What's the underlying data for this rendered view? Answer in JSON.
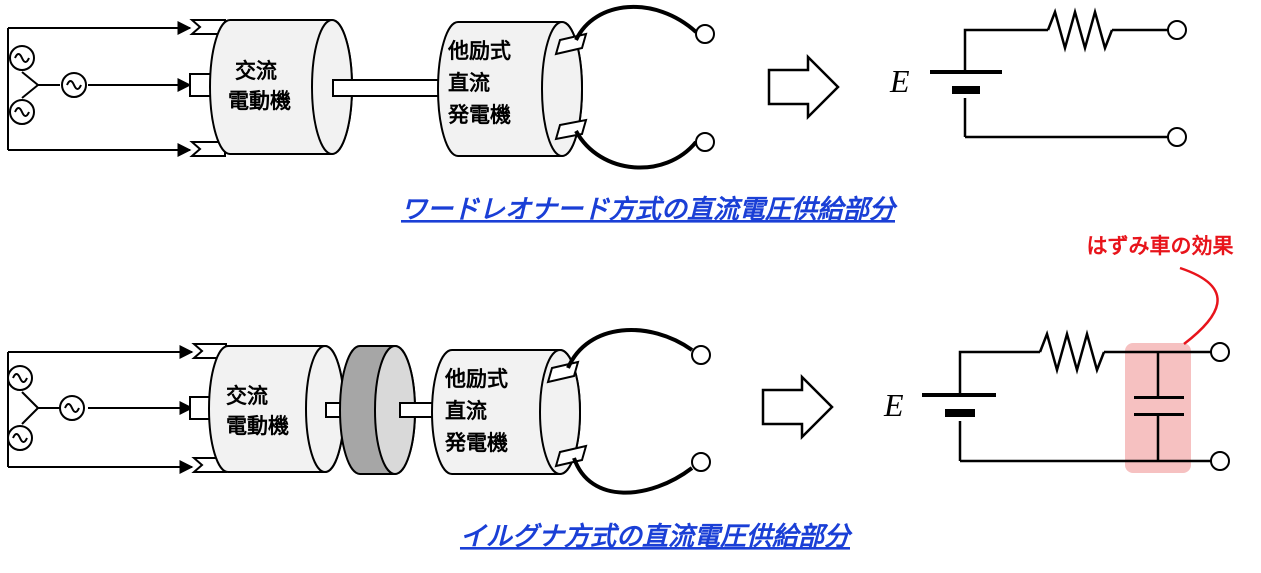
{
  "top": {
    "motor_label": [
      "交流",
      "電動機"
    ],
    "generator_label": [
      "他励式",
      "直流",
      "発電機"
    ],
    "circuit_emf": "E",
    "caption": "ワードレオナード方式の直流電圧供給部分"
  },
  "bottom": {
    "motor_label": [
      "交流",
      "電動機"
    ],
    "generator_label": [
      "他励式",
      "直流",
      "発電機"
    ],
    "circuit_emf": "E",
    "caption": "イルグナ方式の直流電圧供給部分",
    "annotation": "はずみ車の効果"
  },
  "colors": {
    "caption": "#1a3fd6",
    "annotation": "#e8141b",
    "highlight": "#f4b6b6",
    "flywheel_dark": "#a6a6a6",
    "flywheel_light": "#d9d9d9",
    "machine_fill": "#f2f2f2"
  },
  "icons": [
    "ac-source-icon",
    "arrow-right-icon",
    "resistor-icon",
    "battery-icon",
    "capacitor-icon",
    "terminal-icon"
  ]
}
